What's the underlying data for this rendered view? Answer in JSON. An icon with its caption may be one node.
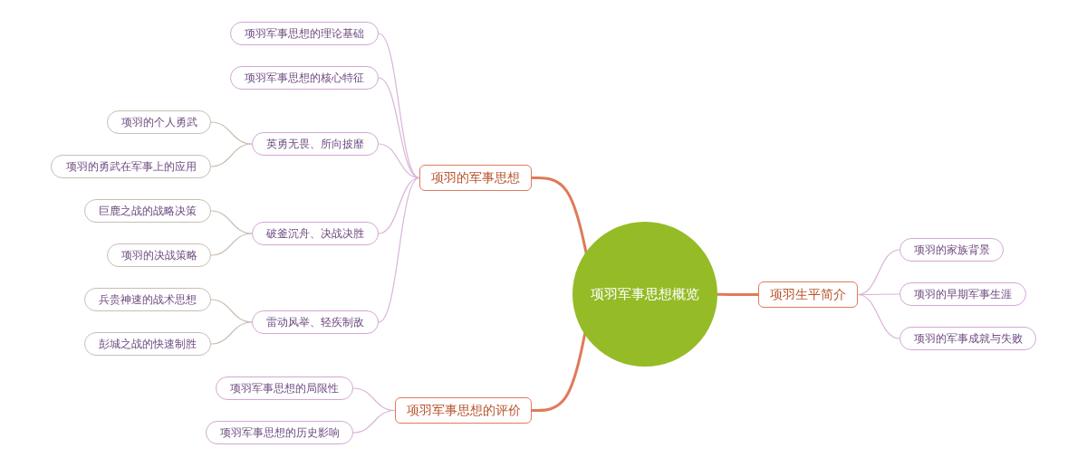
{
  "diagram": {
    "nodes": [
      {
        "text": [
          "项羽军事思想概览"
        ]
      },
      {
        "text": [
          "项羽生平简介"
        ]
      },
      {
        "text": [
          "项羽的家族背景"
        ]
      },
      {
        "text": [
          "项羽的早期军事生涯"
        ]
      },
      {
        "text": [
          "项羽的军事成就与失败"
        ]
      },
      {
        "text": [
          "项羽的军事思想"
        ]
      },
      {
        "text": [
          "项羽军事思想的理论基础"
        ]
      },
      {
        "text": [
          "项羽军事思想的核心特征"
        ]
      },
      {
        "text": [
          "英勇无畏、所向披靡"
        ]
      },
      {
        "text": [
          "项羽的个人勇武"
        ]
      },
      {
        "text": [
          "项羽的勇武在军事上的应用"
        ]
      },
      {
        "text": [
          "破釜沉舟、决战决胜"
        ]
      },
      {
        "text": [
          "巨鹿之战的战略决策"
        ]
      },
      {
        "text": [
          "项羽的决战策略"
        ]
      },
      {
        "text": [
          "雷动风举、轻疾制敌"
        ]
      },
      {
        "text": [
          "兵贵神速的战术思想"
        ]
      },
      {
        "text": [
          "彭城之战的快速制胜"
        ]
      },
      {
        "text": [
          "项羽军事思想的评价"
        ]
      },
      {
        "text": [
          "项羽军事思想的局限性"
        ]
      },
      {
        "text": [
          "项羽军事思想的历史影响"
        ]
      }
    ],
    "edges": [
      {
        "from": 0,
        "to": 1,
        "arrow": "none",
        "style": "thick",
        "color": "#e07a5a"
      },
      {
        "from": 1,
        "to": 2,
        "arrow": "none"
      },
      {
        "from": 1,
        "to": 3,
        "arrow": "none"
      },
      {
        "from": 1,
        "to": 4,
        "arrow": "none"
      },
      {
        "from": 0,
        "to": 5,
        "arrow": "none",
        "style": "thick",
        "color": "#e07a5a"
      },
      {
        "from": 5,
        "to": 6,
        "arrow": "none"
      },
      {
        "from": 5,
        "to": 7,
        "arrow": "none"
      },
      {
        "from": 5,
        "to": 8,
        "arrow": "none"
      },
      {
        "from": 8,
        "to": 9,
        "arrow": "none",
        "color": "#c8beb4"
      },
      {
        "from": 8,
        "to": 10,
        "arrow": "none",
        "color": "#c8beb4"
      },
      {
        "from": 5,
        "to": 11,
        "arrow": "none"
      },
      {
        "from": 11,
        "to": 12,
        "arrow": "none",
        "color": "#c8beb4"
      },
      {
        "from": 11,
        "to": 13,
        "arrow": "none",
        "color": "#c8beb4"
      },
      {
        "from": 5,
        "to": 14,
        "arrow": "none"
      },
      {
        "from": 14,
        "to": 15,
        "arrow": "none",
        "color": "#c8beb4"
      },
      {
        "from": 14,
        "to": 16,
        "arrow": "none",
        "color": "#c8beb4"
      },
      {
        "from": 0,
        "to": 17,
        "arrow": "none",
        "style": "thick",
        "color": "#e07a5a"
      },
      {
        "from": 17,
        "to": 18,
        "arrow": "none"
      },
      {
        "from": 17,
        "to": 19,
        "arrow": "none"
      }
    ]
  }
}
